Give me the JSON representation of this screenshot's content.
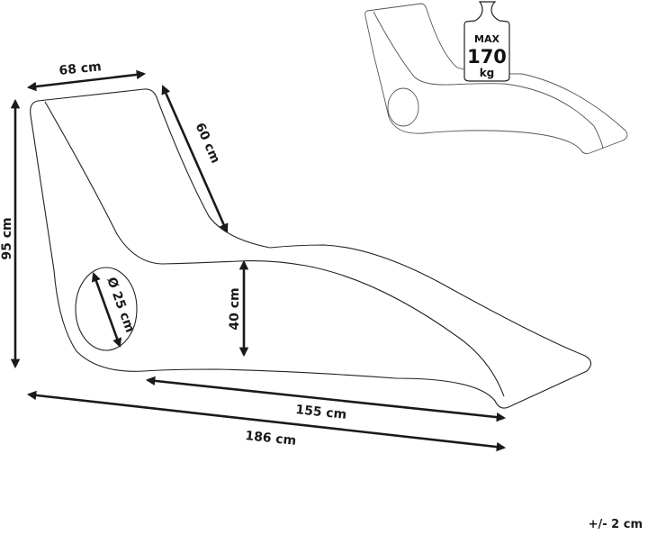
{
  "dimensions": {
    "width_back": "68 cm",
    "backrest_length": "60 cm",
    "height": "95 cm",
    "seat_height": "40 cm",
    "hole_diameter": "Ø 25 cm",
    "seat_length": "155 cm",
    "total_length": "186 cm"
  },
  "weight_badge": {
    "line1": "MAX",
    "line2": "170",
    "line3": "kg"
  },
  "tolerance": "+/- 2 cm",
  "colors": {
    "line": "#1a1a1a",
    "background": "#ffffff"
  }
}
